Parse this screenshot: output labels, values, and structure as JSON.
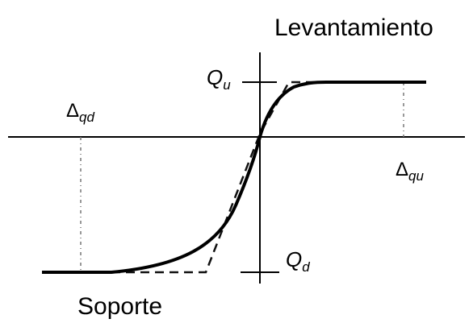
{
  "labels": {
    "top_right": "Levantamiento",
    "bottom_left": "Soporte",
    "qu": {
      "main": "Q",
      "sub": "u"
    },
    "qd": {
      "main": "Q",
      "sub": "d"
    },
    "delta_qd": {
      "main": "Δ",
      "sub": "qd"
    },
    "delta_qu": {
      "main": "Δ",
      "sub": "qu"
    }
  },
  "colors": {
    "line": "#000000",
    "dash": "#111111",
    "dotted": "#777777"
  }
}
